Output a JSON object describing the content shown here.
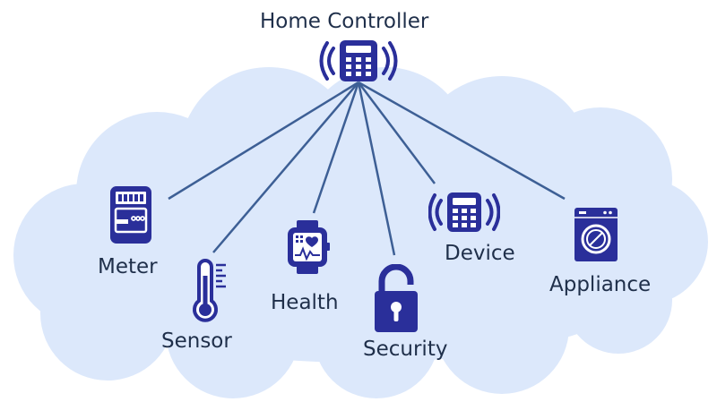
{
  "diagram": {
    "hub": {
      "label": "Home Controller",
      "icon": "home-controller-icon"
    },
    "nodes": [
      {
        "id": "meter",
        "label": "Meter",
        "icon": "meter-icon"
      },
      {
        "id": "sensor",
        "label": "Sensor",
        "icon": "thermometer-icon"
      },
      {
        "id": "health",
        "label": "Health",
        "icon": "smartwatch-icon"
      },
      {
        "id": "security",
        "label": "Security",
        "icon": "padlock-icon"
      },
      {
        "id": "device",
        "label": "Device",
        "icon": "wireless-device-icon"
      },
      {
        "id": "appliance",
        "label": "Appliance",
        "icon": "washing-machine-icon"
      }
    ],
    "colors": {
      "icon": "#2a2f9a",
      "line": "#3d5f95",
      "cloud": "#dce8fb",
      "text": "#1f2f4a"
    }
  }
}
